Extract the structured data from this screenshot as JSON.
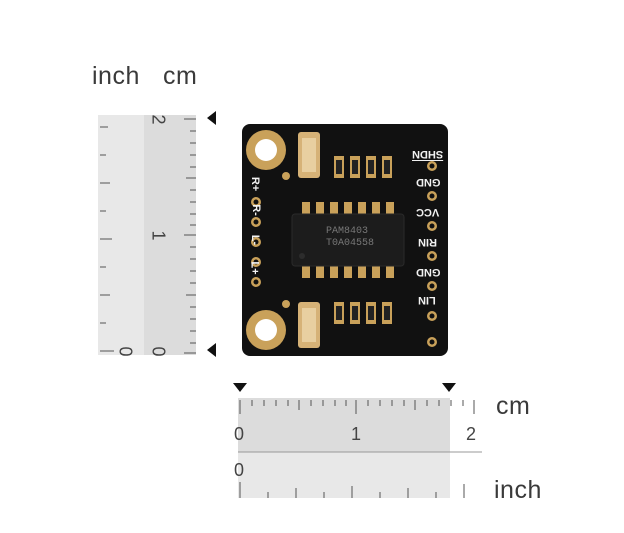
{
  "labels": {
    "inch_top": "inch",
    "cm_top": "cm",
    "cm_bottom": "cm",
    "inch_bottom": "inch"
  },
  "vertical_ruler": {
    "cm_ticks": [
      "2",
      "1",
      "0"
    ],
    "inch_ticks": [
      "0"
    ]
  },
  "horizontal_ruler": {
    "cm_ticks": [
      "0",
      "1",
      "2"
    ],
    "inch_ticks": [
      "0"
    ]
  },
  "board": {
    "chip_line1": "PAM8403",
    "chip_line2": "T0A04558",
    "left_pins": [
      "R+",
      "R-",
      "L-",
      "L+"
    ],
    "right_pins": [
      "SHDN",
      "GND",
      "VCC",
      "RIN",
      "GND",
      "LIN"
    ]
  },
  "colors": {
    "board": "#111111",
    "gold": "#c9a15a",
    "silk": "#f2f2f2"
  }
}
